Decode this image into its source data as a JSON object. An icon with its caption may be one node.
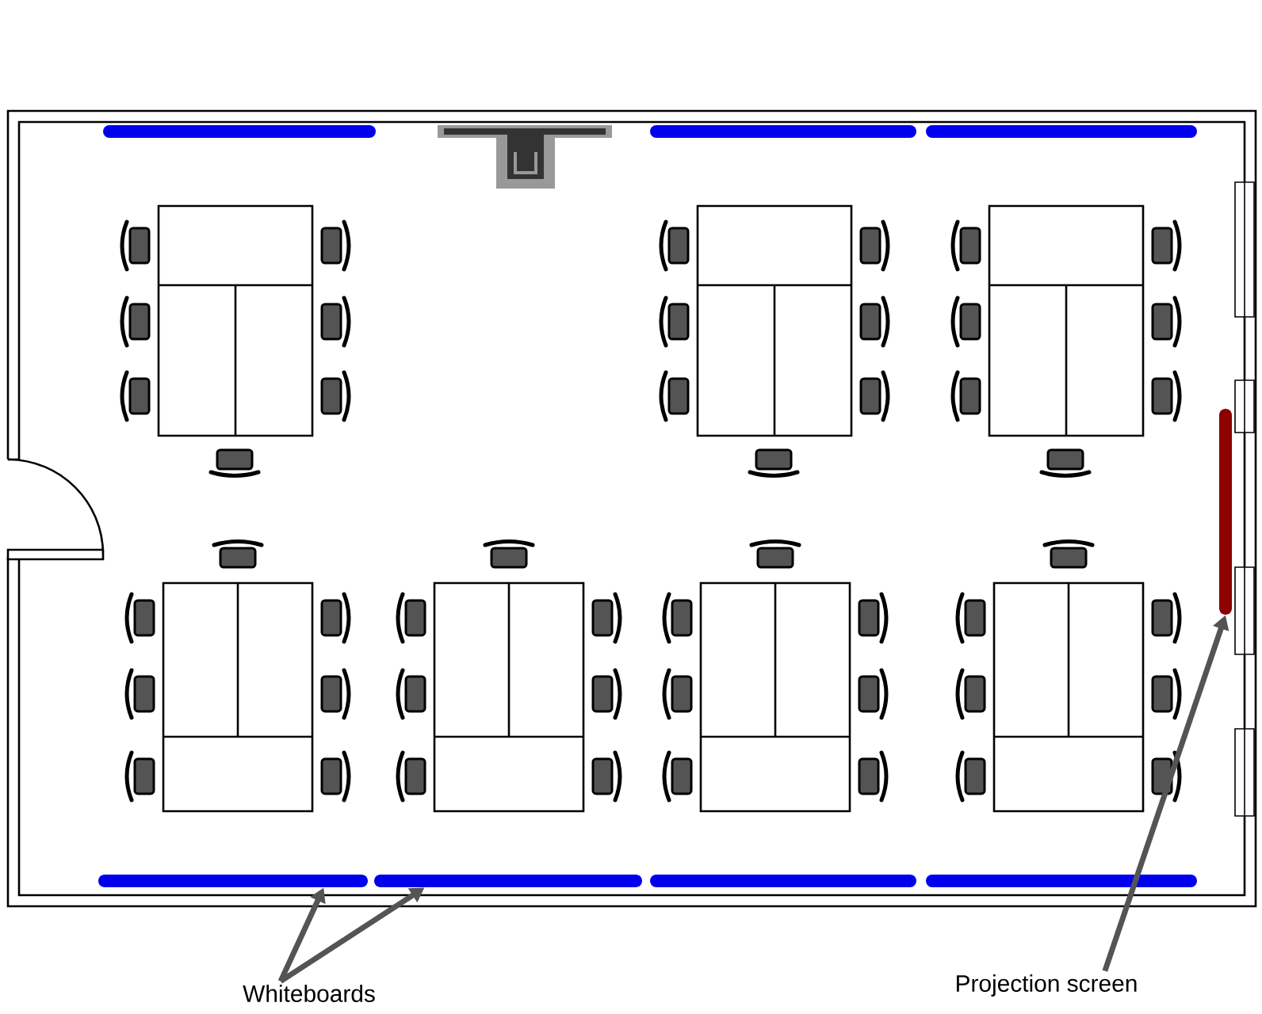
{
  "diagram": {
    "nodes": [
      {
        "text": [
          "Whiteboards"
        ]
      },
      {
        "text": [],
        "shape": "bar"
      },
      {
        "text": [],
        "shape": "bar"
      },
      {
        "text": [
          "Projection screen"
        ]
      },
      {
        "text": [],
        "shape": "bar"
      }
    ],
    "edges": [
      {
        "from": 0,
        "to": 1,
        "arrow": "to"
      },
      {
        "from": 0,
        "to": 2,
        "arrow": "to"
      },
      {
        "from": 3,
        "to": 4,
        "arrow": "to"
      }
    ]
  }
}
